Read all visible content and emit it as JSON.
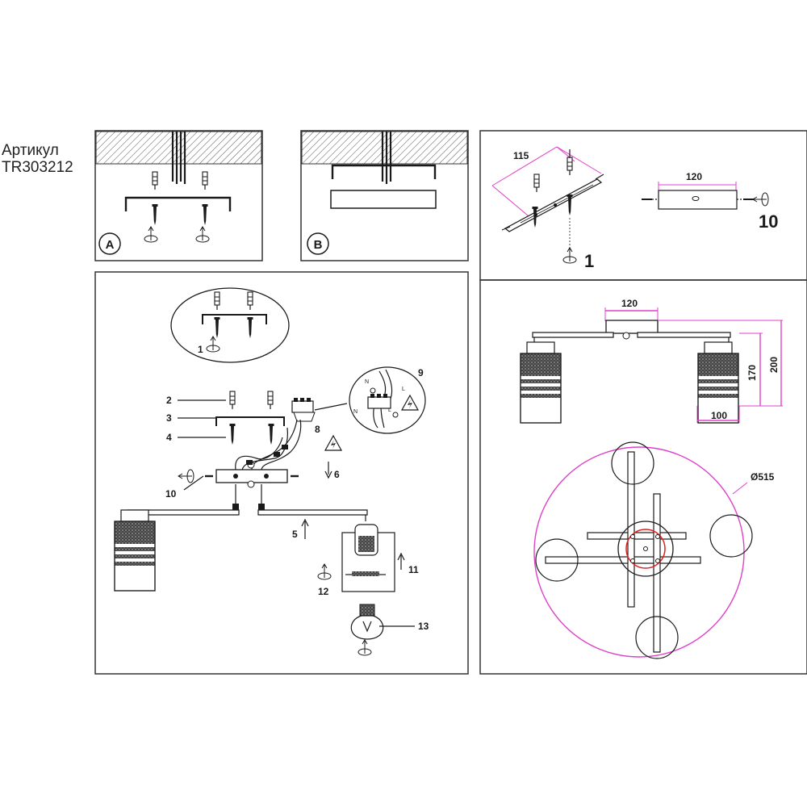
{
  "header": {
    "line1": "Артикул",
    "line2": "TR303212"
  },
  "panel_a": {
    "badge": "A"
  },
  "panel_b": {
    "badge": "B"
  },
  "steps": {
    "s1": "1",
    "s2": "2",
    "s3": "3",
    "s4": "4",
    "s5": "5",
    "s6": "6",
    "s8": "8",
    "s9": "9",
    "s10": "10",
    "s11": "11",
    "s12": "12",
    "s13": "13"
  },
  "wiring": {
    "n": "N",
    "l": "L"
  },
  "plate_detail": {
    "dim_115": "115",
    "dim_120": "120",
    "step_1": "1",
    "step_10": "10"
  },
  "dimensions": {
    "plate_width": "120",
    "shade_width": "100",
    "shade_height": "170",
    "total_height": "200",
    "diameter": "Ø515"
  }
}
